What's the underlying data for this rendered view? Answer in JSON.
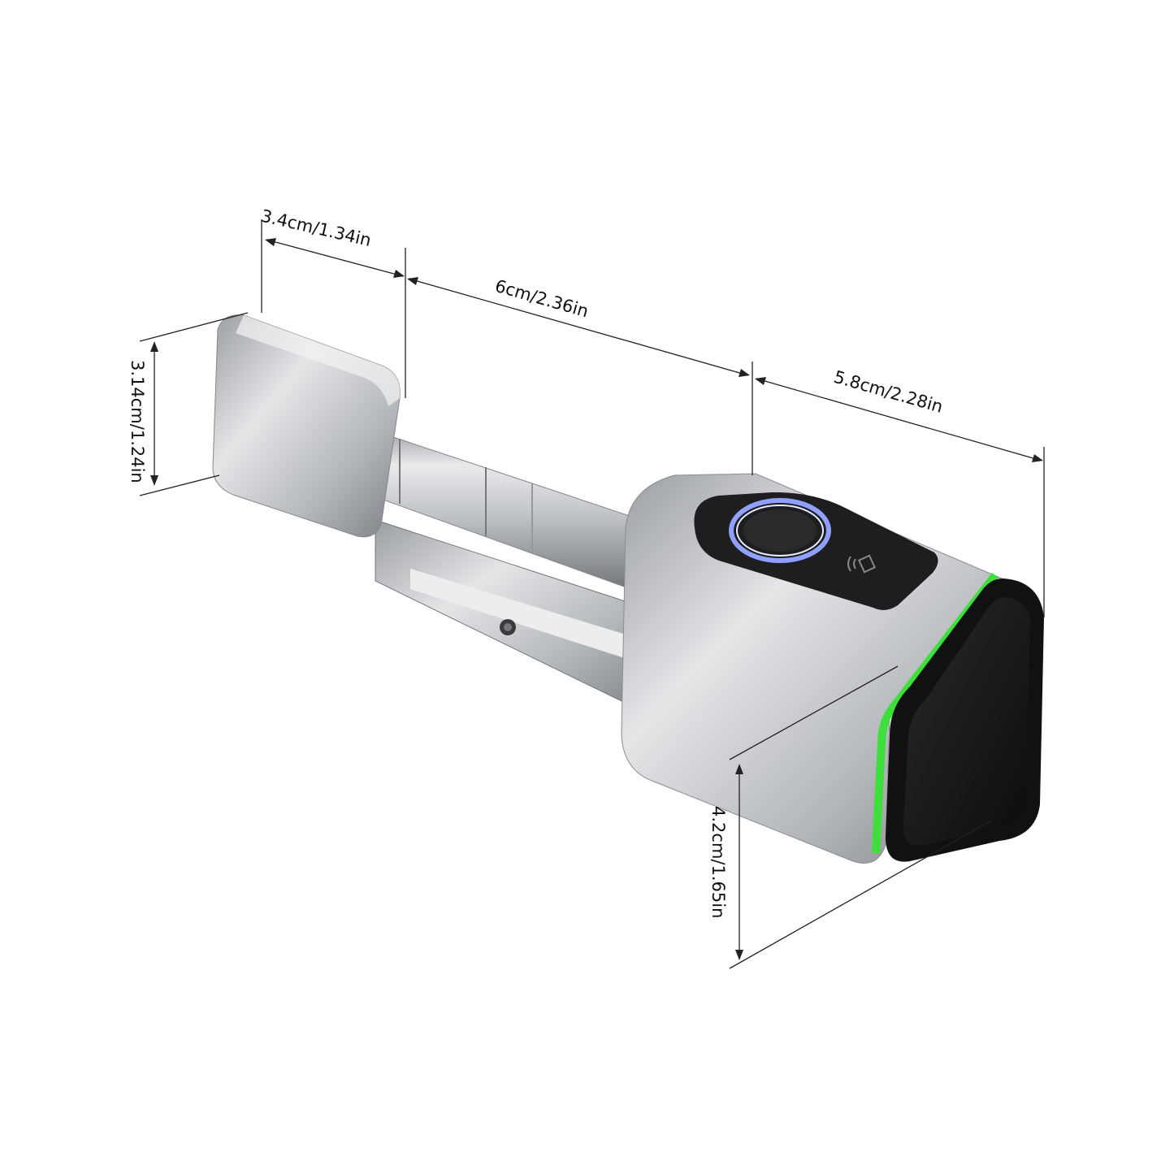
{
  "dimensions": {
    "knob_length": "3.4cm/1.34in",
    "cylinder_length": "6cm/2.36in",
    "head_length": "5.8cm/2.28in",
    "knob_height": "3.14cm/1.24in",
    "head_height": "4.2cm/1.65in"
  },
  "colors": {
    "background": "#ffffff",
    "metal": "#b9bcc0",
    "panel": "#1c1c1e",
    "indicator_ring": "#3de03a",
    "fingerprint_ring": "#7a8cff",
    "dimension_line": "#222222"
  },
  "icons": {
    "fingerprint_sensor": "fingerprint-icon",
    "nfc": "nfc-icon"
  }
}
